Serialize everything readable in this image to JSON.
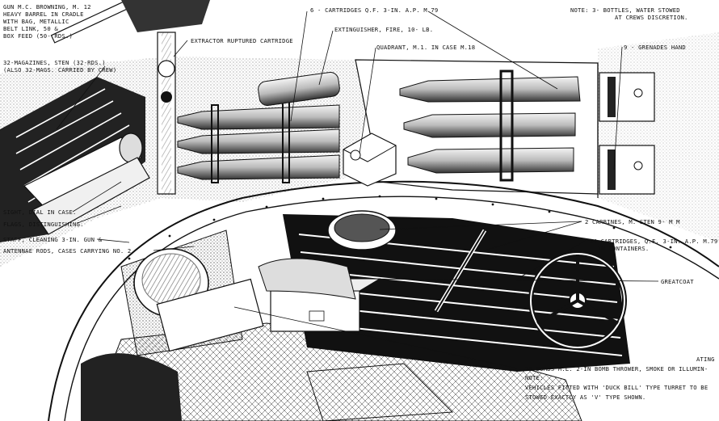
{
  "labels": {
    "gun": [
      "GUN M.C. BROWNING, M. 12",
      "HEAVY BARREL IN CRADLE",
      "WITH BAG, METALLIC",
      "BELT LINK, 50 &",
      "BOX FEED (50- RDS.)"
    ],
    "cartridges_6": "6 - CARTRIDGES Q.F. 3-IN. A.P. M 79",
    "note_bottles": [
      "NOTE: 3- BOTTLES, WATER STOWED",
      "AT CREWS DISCRETION."
    ],
    "extinguisher": "EXTINGUISHER, FIRE, 10- LB.",
    "extractor": "EXTRACTOR RUPTURED CARTRIDGE",
    "quadrant": "QUADRANT, M.1. IN CASE M.18",
    "grenades": "9 - GRENADES HAND",
    "magazines": [
      "32-MAGAZINES, STEN (32-RDS.)",
      "(ALSO 32-MAGS. CARRIED BY CREW)"
    ],
    "sight": "SIGHT, DIAL IN CASE.",
    "flags": "FLAGS, DISTINGUISHING.",
    "staff": "STAFF, CLEANING 3-IN. GUN &",
    "antennae": "ANTENNAE RODS, CASES CARRYING No. 2",
    "carbines": "2 CARBINES, M. STEN 9- M M",
    "cartridges_24": [
      "24-CARTRIDGES, Q.F. 3-IN. A.P. M.79.",
      "IN CONTAINERS."
    ],
    "greatcoat": "GREATCOAT",
    "ating": "ATING",
    "bombs": "18-BOMBS M.L. 2-IN BOMB THROWER, SMOKE OR ILLUMIN-",
    "note_vehicles": [
      "NOTE:",
      "VEHICLES FITTED WITH 'DUCK BILL' TYPE TURRET TO BE",
      "STOWED EXACTLY AS 'V' TYPE SHOWN."
    ]
  },
  "colors": {
    "ink": "#111111",
    "paper": "#ffffff",
    "shade": "#8a8a8a"
  },
  "icons": [
    "shell-icon",
    "fire-extinguisher-icon",
    "grenade-icon",
    "greatcoat-roll-icon",
    "handwheel-icon"
  ]
}
